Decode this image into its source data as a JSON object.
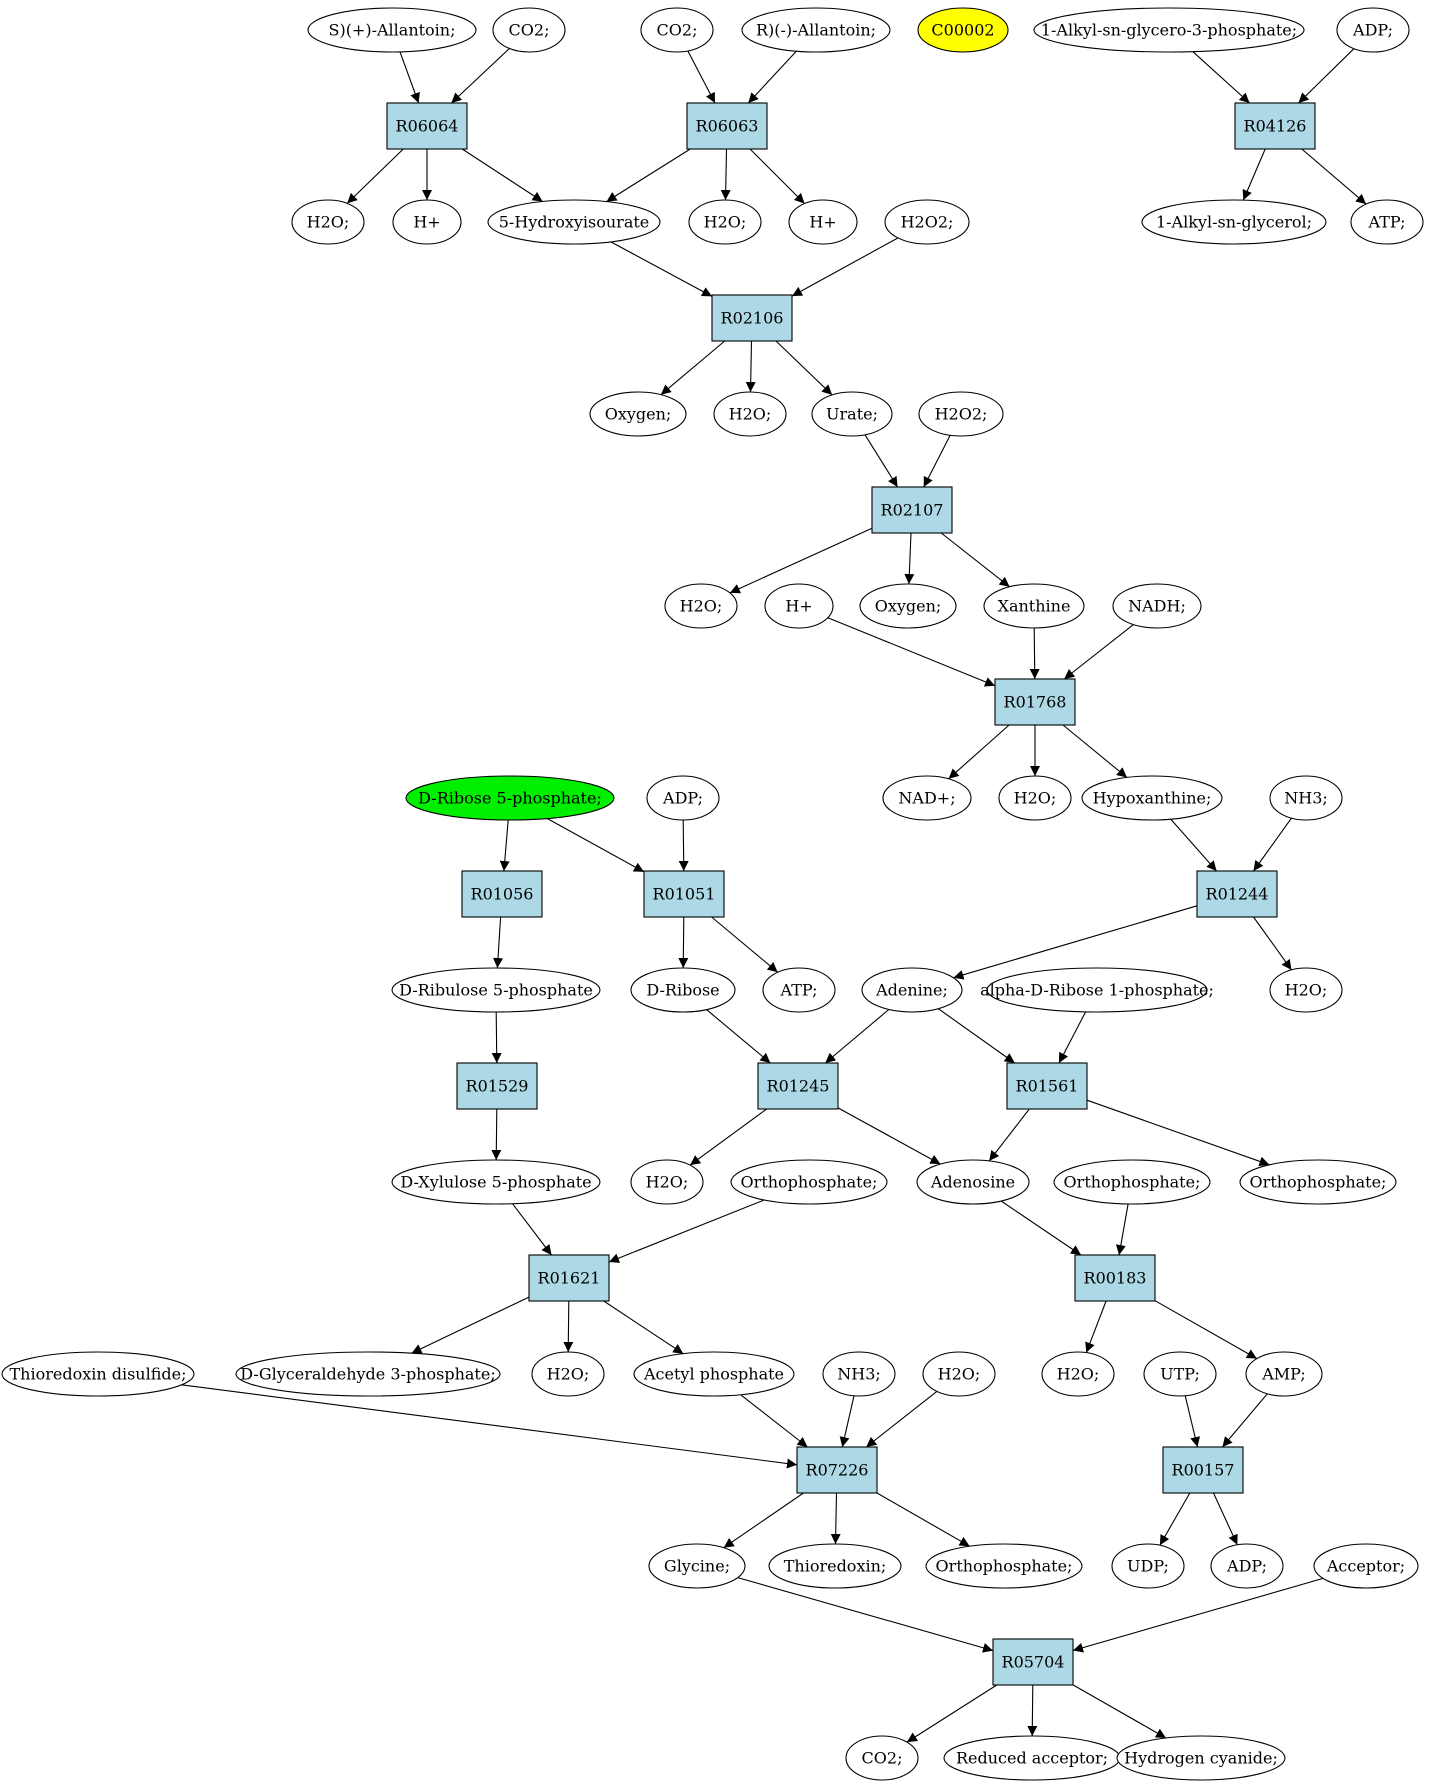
{
  "colors": {
    "reaction_fill": "#add8e6",
    "compound_fill": "#ffffff",
    "start_compound_fill": "#00ee00",
    "target_compound_fill": "#ffff00",
    "stroke": "#000000"
  },
  "reactions": [
    {
      "id": "r_R06064",
      "label": "R06064"
    },
    {
      "id": "r_R06063",
      "label": "R06063"
    },
    {
      "id": "r_R04126",
      "label": "R04126"
    },
    {
      "id": "r_R02106",
      "label": "R02106"
    },
    {
      "id": "r_R02107",
      "label": "R02107"
    },
    {
      "id": "r_R01768",
      "label": "R01768"
    },
    {
      "id": "r_R01056",
      "label": "R01056"
    },
    {
      "id": "r_R01051",
      "label": "R01051"
    },
    {
      "id": "r_R01244",
      "label": "R01244"
    },
    {
      "id": "r_R01529",
      "label": "R01529"
    },
    {
      "id": "r_R01245",
      "label": "R01245"
    },
    {
      "id": "r_R01561",
      "label": "R01561"
    },
    {
      "id": "r_R01621",
      "label": "R01621"
    },
    {
      "id": "r_R00183",
      "label": "R00183"
    },
    {
      "id": "r_R07226",
      "label": "R07226"
    },
    {
      "id": "r_R00157",
      "label": "R00157"
    },
    {
      "id": "r_R05704",
      "label": "R05704"
    }
  ],
  "compounds": [
    {
      "id": "c_sallantoin",
      "label": "S)(+)-Allantoin;"
    },
    {
      "id": "c_co2_a",
      "label": "CO2;"
    },
    {
      "id": "c_co2_b",
      "label": "CO2;"
    },
    {
      "id": "c_rallantoin",
      "label": "R)(-)-Allantoin;"
    },
    {
      "id": "c_c00002",
      "label": "C00002",
      "highlight": "yellow"
    },
    {
      "id": "c_alkylglycerophosphate",
      "label": "1-Alkyl-sn-glycero-3-phosphate;"
    },
    {
      "id": "c_adp_a",
      "label": "ADP;"
    },
    {
      "id": "c_h2o_a",
      "label": "H2O;"
    },
    {
      "id": "c_hplus_a",
      "label": "H+"
    },
    {
      "id": "c_hydroxyisourate",
      "label": "5-Hydroxyisourate"
    },
    {
      "id": "c_h2o_b",
      "label": "H2O;"
    },
    {
      "id": "c_hplus_b",
      "label": "H+"
    },
    {
      "id": "c_h2o2_a",
      "label": "H2O2;"
    },
    {
      "id": "c_alkylglycerol",
      "label": "1-Alkyl-sn-glycerol;"
    },
    {
      "id": "c_atp_a",
      "label": "ATP;"
    },
    {
      "id": "c_oxygen_a",
      "label": "Oxygen;"
    },
    {
      "id": "c_h2o_c",
      "label": "H2O;"
    },
    {
      "id": "c_urate",
      "label": "Urate;"
    },
    {
      "id": "c_h2o2_b",
      "label": "H2O2;"
    },
    {
      "id": "c_h2o_d",
      "label": "H2O;"
    },
    {
      "id": "c_hplus_c",
      "label": "H+"
    },
    {
      "id": "c_oxygen_b",
      "label": "Oxygen;"
    },
    {
      "id": "c_xanthine",
      "label": "Xanthine"
    },
    {
      "id": "c_nadh",
      "label": "NADH;"
    },
    {
      "id": "c_nadplus",
      "label": "NAD+;"
    },
    {
      "id": "c_h2o_e",
      "label": "H2O;"
    },
    {
      "id": "c_hypoxanthine",
      "label": "Hypoxanthine;"
    },
    {
      "id": "c_ribose5p",
      "label": "D-Ribose 5-phosphate;",
      "highlight": "green"
    },
    {
      "id": "c_adp_b",
      "label": "ADP;"
    },
    {
      "id": "c_nh3_a",
      "label": "NH3;"
    },
    {
      "id": "c_ribulose5p",
      "label": "D-Ribulose 5-phosphate"
    },
    {
      "id": "c_dribose",
      "label": "D-Ribose"
    },
    {
      "id": "c_atp_b",
      "label": "ATP;"
    },
    {
      "id": "c_adenine",
      "label": "Adenine;"
    },
    {
      "id": "c_ribose1p",
      "label": "alpha-D-Ribose 1-phosphate;"
    },
    {
      "id": "c_h2o_f",
      "label": "H2O;"
    },
    {
      "id": "c_xylulose5p",
      "label": "D-Xylulose 5-phosphate"
    },
    {
      "id": "c_h2o_g",
      "label": "H2O;"
    },
    {
      "id": "c_orthophosphate_a",
      "label": "Orthophosphate;"
    },
    {
      "id": "c_adenosine",
      "label": "Adenosine"
    },
    {
      "id": "c_orthophosphate_b",
      "label": "Orthophosphate;"
    },
    {
      "id": "c_orthophosphate_c",
      "label": "Orthophosphate;"
    },
    {
      "id": "c_thioredoxin_disulfide",
      "label": "Thioredoxin disulfide;"
    },
    {
      "id": "c_glyceraldehyde3p",
      "label": "D-Glyceraldehyde 3-phosphate;"
    },
    {
      "id": "c_h2o_h",
      "label": "H2O;"
    },
    {
      "id": "c_acetylphosphate",
      "label": "Acetyl phosphate"
    },
    {
      "id": "c_nh3_b",
      "label": "NH3;"
    },
    {
      "id": "c_h2o_i",
      "label": "H2O;"
    },
    {
      "id": "c_h2o_j",
      "label": "H2O;"
    },
    {
      "id": "c_utp",
      "label": "UTP;"
    },
    {
      "id": "c_amp",
      "label": "AMP;"
    },
    {
      "id": "c_glycine",
      "label": "Glycine;"
    },
    {
      "id": "c_thioredoxin",
      "label": "Thioredoxin;"
    },
    {
      "id": "c_orthophosphate_d",
      "label": "Orthophosphate;"
    },
    {
      "id": "c_udp",
      "label": "UDP;"
    },
    {
      "id": "c_adp_c",
      "label": "ADP;"
    },
    {
      "id": "c_acceptor",
      "label": "Acceptor;"
    },
    {
      "id": "c_co2_c",
      "label": "CO2;"
    },
    {
      "id": "c_reduced_acceptor",
      "label": "Reduced acceptor;"
    },
    {
      "id": "c_hydrogen_cyanide",
      "label": "Hydrogen cyanide;"
    }
  ],
  "edges": [
    [
      "c_sallantoin",
      "r_R06064"
    ],
    [
      "c_co2_a",
      "r_R06064"
    ],
    [
      "r_R06064",
      "c_h2o_a"
    ],
    [
      "r_R06064",
      "c_hplus_a"
    ],
    [
      "r_R06064",
      "c_hydroxyisourate"
    ],
    [
      "c_co2_b",
      "r_R06063"
    ],
    [
      "c_rallantoin",
      "r_R06063"
    ],
    [
      "r_R06063",
      "c_hydroxyisourate"
    ],
    [
      "r_R06063",
      "c_h2o_b"
    ],
    [
      "r_R06063",
      "c_hplus_b"
    ],
    [
      "c_alkylglycerophosphate",
      "r_R04126"
    ],
    [
      "c_adp_a",
      "r_R04126"
    ],
    [
      "r_R04126",
      "c_alkylglycerol"
    ],
    [
      "r_R04126",
      "c_atp_a"
    ],
    [
      "c_hydroxyisourate",
      "r_R02106"
    ],
    [
      "c_h2o2_a",
      "r_R02106"
    ],
    [
      "r_R02106",
      "c_oxygen_a"
    ],
    [
      "r_R02106",
      "c_h2o_c"
    ],
    [
      "r_R02106",
      "c_urate"
    ],
    [
      "c_urate",
      "r_R02107"
    ],
    [
      "c_h2o2_b",
      "r_R02107"
    ],
    [
      "r_R02107",
      "c_h2o_d"
    ],
    [
      "r_R02107",
      "c_oxygen_b"
    ],
    [
      "r_R02107",
      "c_xanthine"
    ],
    [
      "c_hplus_c",
      "r_R01768"
    ],
    [
      "c_xanthine",
      "r_R01768"
    ],
    [
      "c_nadh",
      "r_R01768"
    ],
    [
      "r_R01768",
      "c_nadplus"
    ],
    [
      "r_R01768",
      "c_h2o_e"
    ],
    [
      "r_R01768",
      "c_hypoxanthine"
    ],
    [
      "c_ribose5p",
      "r_R01056"
    ],
    [
      "c_ribose5p",
      "r_R01051"
    ],
    [
      "c_adp_b",
      "r_R01051"
    ],
    [
      "c_hypoxanthine",
      "r_R01244"
    ],
    [
      "c_nh3_a",
      "r_R01244"
    ],
    [
      "r_R01056",
      "c_ribulose5p"
    ],
    [
      "r_R01051",
      "c_dribose"
    ],
    [
      "r_R01051",
      "c_atp_b"
    ],
    [
      "r_R01244",
      "c_adenine"
    ],
    [
      "r_R01244",
      "c_h2o_f"
    ],
    [
      "c_ribulose5p",
      "r_R01529"
    ],
    [
      "c_dribose",
      "r_R01245"
    ],
    [
      "c_adenine",
      "r_R01245"
    ],
    [
      "c_adenine",
      "r_R01561"
    ],
    [
      "c_ribose1p",
      "r_R01561"
    ],
    [
      "r_R01529",
      "c_xylulose5p"
    ],
    [
      "r_R01245",
      "c_h2o_g"
    ],
    [
      "r_R01245",
      "c_adenosine"
    ],
    [
      "r_R01561",
      "c_adenosine"
    ],
    [
      "r_R01561",
      "c_orthophosphate_c"
    ],
    [
      "c_xylulose5p",
      "r_R01621"
    ],
    [
      "c_orthophosphate_a",
      "r_R01621"
    ],
    [
      "c_adenosine",
      "r_R00183"
    ],
    [
      "c_orthophosphate_b",
      "r_R00183"
    ],
    [
      "r_R01621",
      "c_glyceraldehyde3p"
    ],
    [
      "r_R01621",
      "c_h2o_h"
    ],
    [
      "r_R01621",
      "c_acetylphosphate"
    ],
    [
      "r_R00183",
      "c_h2o_j"
    ],
    [
      "r_R00183",
      "c_amp"
    ],
    [
      "c_thioredoxin_disulfide",
      "r_R07226"
    ],
    [
      "c_acetylphosphate",
      "r_R07226"
    ],
    [
      "c_nh3_b",
      "r_R07226"
    ],
    [
      "c_h2o_i",
      "r_R07226"
    ],
    [
      "c_utp",
      "r_R00157"
    ],
    [
      "c_amp",
      "r_R00157"
    ],
    [
      "r_R07226",
      "c_glycine"
    ],
    [
      "r_R07226",
      "c_thioredoxin"
    ],
    [
      "r_R07226",
      "c_orthophosphate_d"
    ],
    [
      "r_R00157",
      "c_udp"
    ],
    [
      "r_R00157",
      "c_adp_c"
    ],
    [
      "c_glycine",
      "r_R05704"
    ],
    [
      "c_acceptor",
      "r_R05704"
    ],
    [
      "r_R05704",
      "c_co2_c"
    ],
    [
      "r_R05704",
      "c_reduced_acceptor"
    ],
    [
      "r_R05704",
      "c_hydrogen_cyanide"
    ]
  ]
}
